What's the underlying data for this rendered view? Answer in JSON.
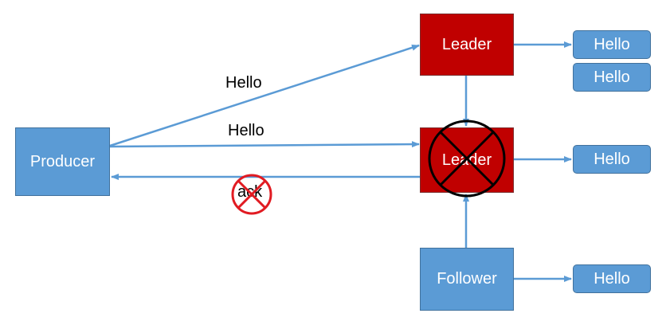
{
  "colors": {
    "box_blue": "#5b9bd5",
    "box_red": "#c00000",
    "arrow": "#5b9bd5",
    "cross_black": "#000000",
    "cross_red": "#e11b22"
  },
  "nodes": {
    "producer": "Producer",
    "leader_new": "Leader",
    "leader_failed": "Leader",
    "follower": "Follower"
  },
  "outputs": {
    "leader_new_1": "Hello",
    "leader_new_2": "Hello",
    "leader_failed": "Hello",
    "follower": "Hello"
  },
  "edge_labels": {
    "to_new_leader": "Hello",
    "to_failed_leader": "Hello",
    "ack": "ack"
  }
}
